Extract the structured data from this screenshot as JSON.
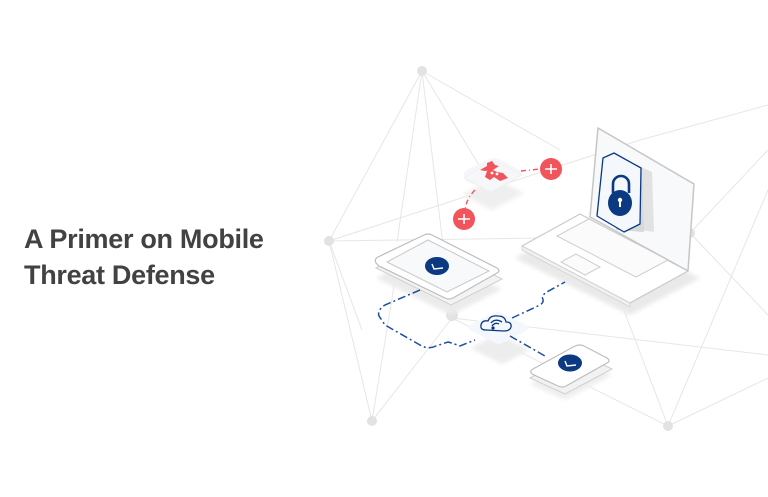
{
  "hero": {
    "title_line1": "A Primer on Mobile",
    "title_line2": "Threat Defense"
  },
  "illustration": {
    "elements": [
      {
        "name": "laptop",
        "icon": "padlock-shield-icon"
      },
      {
        "name": "tablet",
        "icon": "checkmark-badge-icon"
      },
      {
        "name": "smartphone",
        "icon": "checkmark-badge-icon"
      },
      {
        "name": "cloud-tile",
        "icon": "cloud-wifi-icon"
      },
      {
        "name": "threat-tile",
        "icon": "spy-hacker-icon"
      },
      {
        "name": "threat-nodes",
        "icon": "plus-circle-icon",
        "count": 2
      }
    ],
    "colors": {
      "navy": "#0b3a82",
      "threat_red": "#f2545b",
      "network_gray": "#e4e4e4",
      "tile_bg": "#f4f7fb",
      "title_text": "#424242"
    }
  }
}
